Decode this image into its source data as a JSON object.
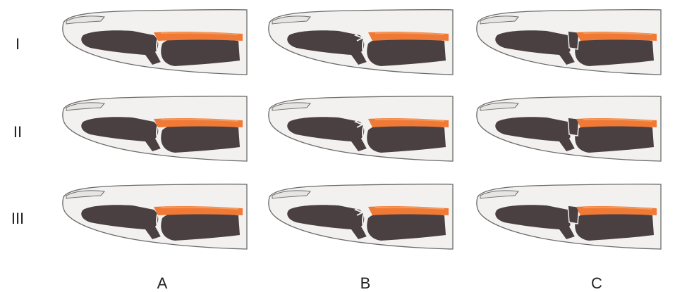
{
  "rows": [
    {
      "label": "I"
    },
    {
      "label": "II"
    },
    {
      "label": "III"
    }
  ],
  "columns": [
    {
      "label": "A"
    },
    {
      "label": "B"
    },
    {
      "label": "C"
    }
  ],
  "colors": {
    "skin_fill": "#f2f1ef",
    "skin_outline": "#6b6b6b",
    "bone": "#4a4042",
    "tendon": "#f07a35",
    "tendon_highlight": "#f59a5c",
    "nail": "#e6e5e3"
  },
  "panels": [
    {
      "row": "I",
      "col": "A",
      "injury": "intact"
    },
    {
      "row": "I",
      "col": "B",
      "injury": "dorsal-split"
    },
    {
      "row": "I",
      "col": "C",
      "injury": "bone-fragment"
    },
    {
      "row": "II",
      "col": "A",
      "injury": "intact"
    },
    {
      "row": "II",
      "col": "B",
      "injury": "dorsal-split"
    },
    {
      "row": "II",
      "col": "C",
      "injury": "bone-fragment"
    },
    {
      "row": "III",
      "col": "A",
      "injury": "intact"
    },
    {
      "row": "III",
      "col": "B",
      "injury": "dorsal-split"
    },
    {
      "row": "III",
      "col": "C",
      "injury": "bone-fragment"
    }
  ]
}
